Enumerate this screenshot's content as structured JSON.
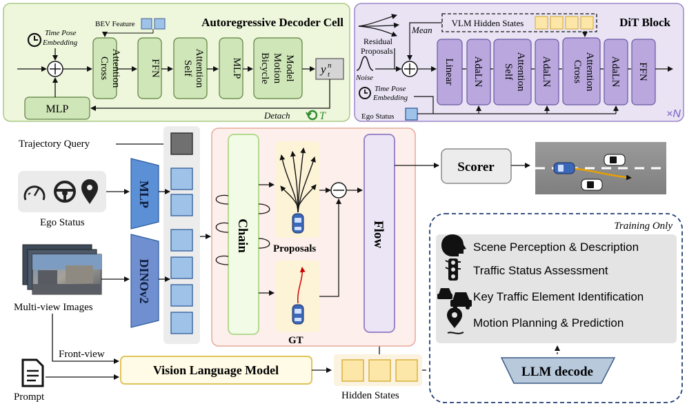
{
  "decoder_cell": {
    "title": "Autoregressive Decoder Cell",
    "bev_feature": "BEV Feature",
    "time_pose_line1": "Time Pose",
    "time_pose_line2": "Embedding",
    "blocks": [
      "Cross Attention",
      "FFN",
      "Self Attention",
      "MLP",
      "Bicycle Motion Model"
    ],
    "cross_l1": "Cross",
    "cross_l2": "Attention",
    "ffn": "FFN",
    "self_l1": "Self",
    "self_l2": "Attention",
    "mlp": "MLP",
    "bike_l1": "Bicycle",
    "bike_l2": "Motion",
    "bike_l3": "Model",
    "output_base": "y",
    "output_sup": "n",
    "output_sub": "t",
    "mlp_bottom": "MLP",
    "detach": "Detach",
    "repeat": "T"
  },
  "dit_block": {
    "title": "DiT Block",
    "residual_l1": "Residual",
    "residual_l2": "Proposals",
    "noise": "Noise",
    "mean": "Mean",
    "vlm_hidden": "VLM Hidden States",
    "time_pose_line1": "Time Pose",
    "time_pose_line2": "Embedding",
    "ego_status": "Ego Status",
    "blocks": [
      "Linear",
      "AdaLN",
      "Self Attention",
      "AdaLN",
      "Cross Attention",
      "AdaLN",
      "FFN"
    ],
    "linear": "Linear",
    "adaln": "AdaLN",
    "self_l1": "Self",
    "self_l2": "Attention",
    "cross_l1": "Cross",
    "cross_l2": "Attention",
    "ffn": "FFN",
    "repeat": "×N"
  },
  "pipeline": {
    "trajectory_query": "Trajectory Query",
    "ego_status": "Ego Status",
    "mlp": "MLP",
    "dinov2": "DINOv2",
    "multiview": "Multi-view Images",
    "front_view": "Front-view",
    "prompt": "Prompt",
    "vlm": "Vision Language Model",
    "hidden_states": "Hidden States",
    "chain": "Chain",
    "proposals": "Proposals",
    "gt": "GT",
    "flow": "Flow",
    "scorer": "Scorer",
    "llm_decode": "LLM decode"
  },
  "training": {
    "title": "Training Only",
    "items": [
      "Scene Perception & Description",
      "Traffic Status Assessment",
      "Key Traffic Element Identification",
      "Motion Planning & Prediction"
    ]
  },
  "colors": {
    "green_panel": "#eef6dc",
    "green_block": "#cfe6b8",
    "purple_panel": "#e9e3f4",
    "purple_block": "#b9a7de",
    "token_blue": "#9fc3e8",
    "token_yellow": "#fde7a8",
    "mlp_blue": "#5b8fd6",
    "vlm_yellow": "#fffbe6"
  }
}
